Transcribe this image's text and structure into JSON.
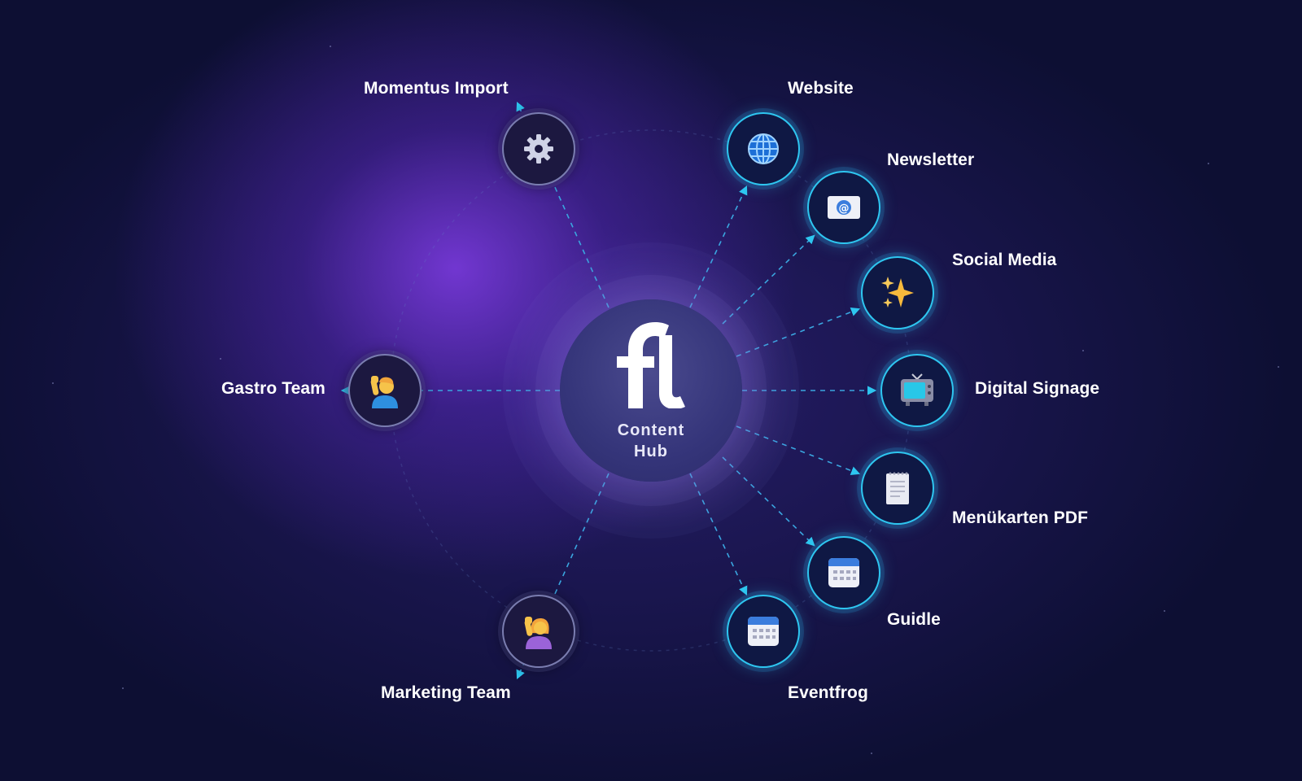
{
  "hub": {
    "line1": "Content",
    "line2": "Hub"
  },
  "inputs": [
    {
      "label": "Momentus Import",
      "icon": "gear-icon"
    },
    {
      "label": "Gastro Team",
      "icon": "person-raising-hand-icon"
    },
    {
      "label": "Marketing Team",
      "icon": "woman-raising-hand-icon"
    }
  ],
  "outputs": [
    {
      "label": "Website",
      "icon": "globe-icon"
    },
    {
      "label": "Newsletter",
      "icon": "email-icon"
    },
    {
      "label": "Social Media",
      "icon": "sparkles-icon"
    },
    {
      "label": "Digital Signage",
      "icon": "television-icon"
    },
    {
      "label": "Menükarten PDF",
      "icon": "document-icon"
    },
    {
      "label": "Guidle",
      "icon": "calendar-icon"
    },
    {
      "label": "Eventfrog",
      "icon": "calendar-icon"
    }
  ],
  "colors": {
    "background": "#0d0f33",
    "accent": "#2ec6f0",
    "input_ring": "#7a7db0",
    "glow": "#803ce6"
  }
}
